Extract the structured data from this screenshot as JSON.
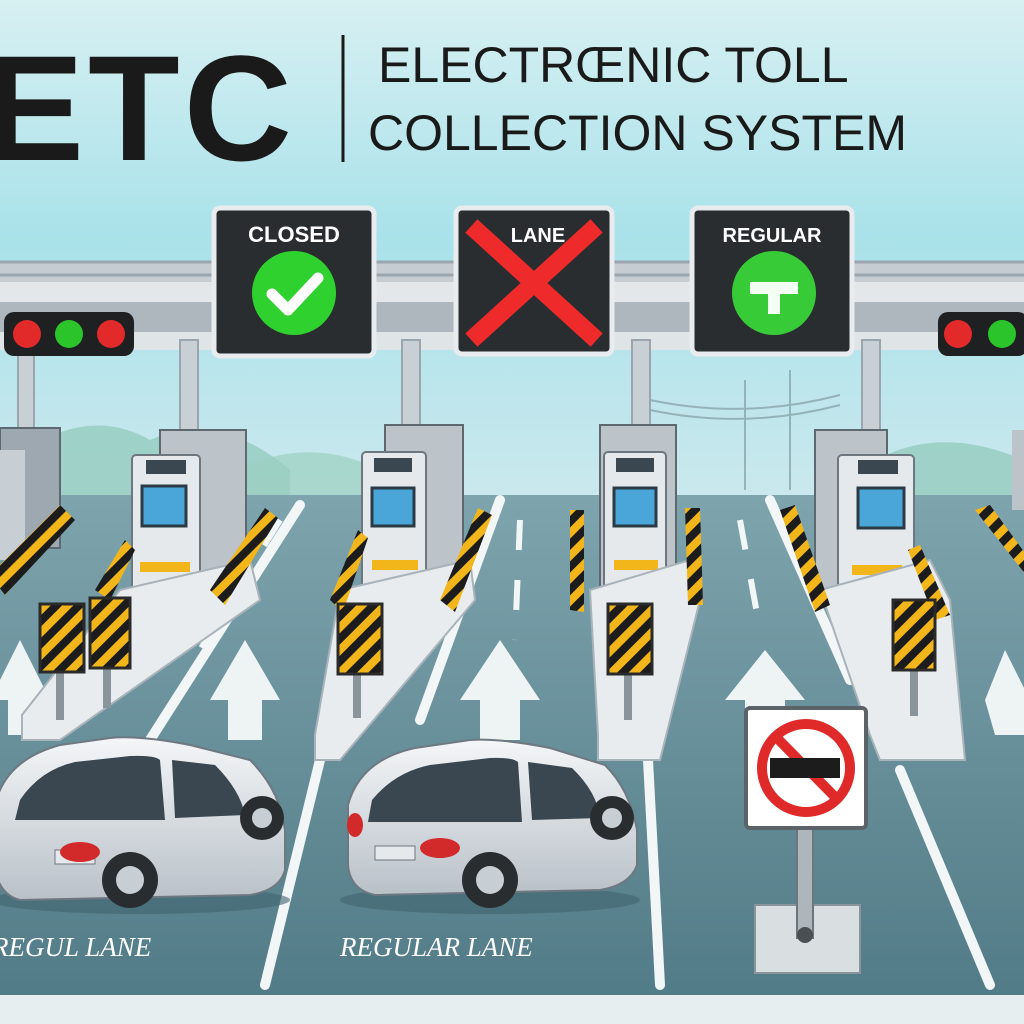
{
  "header": {
    "logo_text": "ETC",
    "title_line1": "ELECTRŒNIC TOLL",
    "title_line2": "COLLECTION SYSTEM"
  },
  "signs": [
    {
      "label": "CLOSED",
      "symbol": "check",
      "symbol_color": "#2fd12f"
    },
    {
      "label": "LANE",
      "symbol": "cross",
      "symbol_color": "#ee2a2a"
    },
    {
      "label": "REGULAR",
      "symbol": "t-bar",
      "symbol_color": "#37cc37"
    }
  ],
  "traffic_lights": [
    {
      "side": "left",
      "lamps": [
        "red",
        "green",
        "red"
      ]
    },
    {
      "side": "right",
      "lamps": [
        "red",
        "green"
      ]
    }
  ],
  "lane_labels": [
    "REGUL  LANE",
    "REGULAR LANE"
  ],
  "no_entry_sign": {
    "icon": "no-entry-icon"
  },
  "colors": {
    "sky": "#a9e2ea",
    "road": "#5f8791",
    "sign_panel": "#2a2d30",
    "stripe_yellow": "#f2b61b"
  }
}
